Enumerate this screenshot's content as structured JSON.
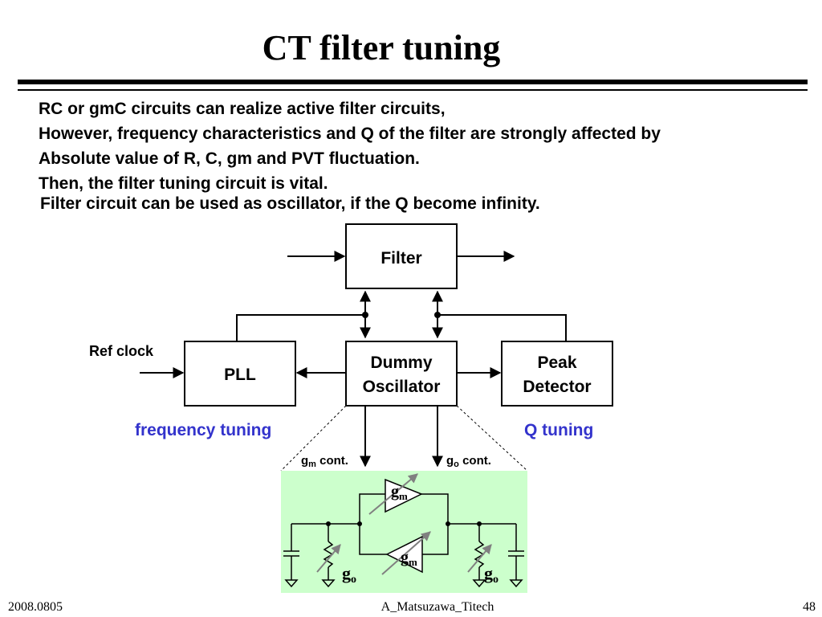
{
  "slide": {
    "title": "CT filter tuning",
    "bullets": [
      "RC or gmC circuits can realize active filter circuits,",
      "However, frequency characteristics and Q of the filter are strongly affected by",
      "Absolute value of R, C, gm and PVT fluctuation.",
      "Then, the filter tuning circuit is vital.",
      "Filter circuit can be used as oscillator, if the Q become infinity."
    ],
    "footer": {
      "date": "2008.0805",
      "author": "A_Matsuzawa_Titech",
      "page": "48"
    }
  },
  "diagram": {
    "blocks": {
      "filter": "Filter",
      "pll": "PLL",
      "dummy_line1": "Dummy",
      "dummy_line2": "Oscillator",
      "peak_line1": "Peak",
      "peak_line2": "Detector"
    },
    "ref_clock": "Ref clock",
    "frequency_tuning": "frequency tuning",
    "q_tuning": "Q tuning",
    "gm_cont": {
      "base": "g",
      "sub": "m",
      "rest": " cont."
    },
    "go_cont": {
      "base": "g",
      "sub": "o",
      "rest": " cont."
    },
    "circuit": {
      "g": "g",
      "sub_m": "m",
      "sub_o": "o"
    },
    "colors": {
      "accent_blue": "#3333cc",
      "circuit_bg": "#ccffcc",
      "arrow_gray": "#808080"
    }
  }
}
